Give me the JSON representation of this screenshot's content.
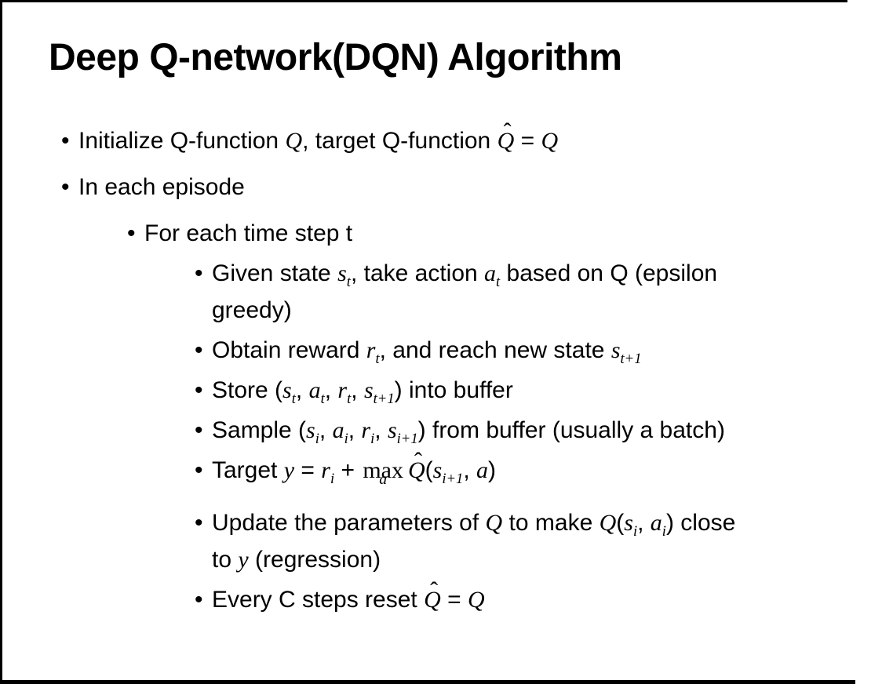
{
  "slide": {
    "title": "Deep Q-network(DQN) Algorithm",
    "bullet_char": "•",
    "hat_char": "ˆ",
    "bullets": [
      {
        "level": 1,
        "segments": [
          {
            "t": "text",
            "v": "Initialize Q-function "
          },
          {
            "t": "var",
            "v": "Q"
          },
          {
            "t": "text",
            "v": ", target Q-function "
          },
          {
            "t": "hat",
            "v": "Q"
          },
          {
            "t": "text",
            "v": " = "
          },
          {
            "t": "var",
            "v": "Q"
          }
        ]
      },
      {
        "level": 1,
        "segments": [
          {
            "t": "text",
            "v": "In each episode"
          }
        ]
      },
      {
        "level": 2,
        "segments": [
          {
            "t": "text",
            "v": "For each time step t"
          }
        ]
      },
      {
        "level": 3,
        "segments": [
          {
            "t": "text",
            "v": "Given state "
          },
          {
            "t": "var",
            "v": "s",
            "sub": "t"
          },
          {
            "t": "text",
            "v": ", take action "
          },
          {
            "t": "var",
            "v": "a",
            "sub": "t"
          },
          {
            "t": "text",
            "v": " based on Q (epsilon"
          },
          {
            "t": "br"
          },
          {
            "t": "text",
            "v": "greedy)"
          }
        ]
      },
      {
        "level": 3,
        "segments": [
          {
            "t": "text",
            "v": "Obtain reward "
          },
          {
            "t": "var",
            "v": "r",
            "sub": "t"
          },
          {
            "t": "text",
            "v": ", and reach new state "
          },
          {
            "t": "var",
            "v": "s",
            "sub": "t+1"
          }
        ]
      },
      {
        "level": 3,
        "segments": [
          {
            "t": "text",
            "v": "Store ("
          },
          {
            "t": "var",
            "v": "s",
            "sub": "t"
          },
          {
            "t": "text",
            "v": ", "
          },
          {
            "t": "var",
            "v": "a",
            "sub": "t"
          },
          {
            "t": "text",
            "v": ", "
          },
          {
            "t": "var",
            "v": "r",
            "sub": "t"
          },
          {
            "t": "text",
            "v": ", "
          },
          {
            "t": "var",
            "v": "s",
            "sub": "t+1"
          },
          {
            "t": "text",
            "v": ") into buffer"
          }
        ]
      },
      {
        "level": 3,
        "segments": [
          {
            "t": "text",
            "v": "Sample ("
          },
          {
            "t": "var",
            "v": "s",
            "sub": "i"
          },
          {
            "t": "text",
            "v": ", "
          },
          {
            "t": "var",
            "v": "a",
            "sub": "i"
          },
          {
            "t": "text",
            "v": ", "
          },
          {
            "t": "var",
            "v": "r",
            "sub": "i"
          },
          {
            "t": "text",
            "v": ", "
          },
          {
            "t": "var",
            "v": "s",
            "sub": "i+1"
          },
          {
            "t": "text",
            "v": ") from buffer (usually a batch)"
          }
        ]
      },
      {
        "level": 3,
        "segments": [
          {
            "t": "text",
            "v": "Target "
          },
          {
            "t": "var",
            "v": "y"
          },
          {
            "t": "text",
            "v": " = "
          },
          {
            "t": "var",
            "v": "r",
            "sub": "i"
          },
          {
            "t": "text",
            "v": " + "
          },
          {
            "t": "underop",
            "op": "max",
            "under": "a"
          },
          {
            "t": "hat",
            "v": "Q"
          },
          {
            "t": "text",
            "v": "("
          },
          {
            "t": "var",
            "v": "s",
            "sub": "i+1"
          },
          {
            "t": "text",
            "v": ", "
          },
          {
            "t": "var",
            "v": "a"
          },
          {
            "t": "text",
            "v": ")"
          }
        ]
      },
      {
        "level": 3,
        "segments": [
          {
            "t": "text",
            "v": "Update the parameters of "
          },
          {
            "t": "var",
            "v": "Q"
          },
          {
            "t": "text",
            "v": " to make "
          },
          {
            "t": "var",
            "v": "Q"
          },
          {
            "t": "text",
            "v": "("
          },
          {
            "t": "var",
            "v": "s",
            "sub": "i"
          },
          {
            "t": "text",
            "v": ", "
          },
          {
            "t": "var",
            "v": "a",
            "sub": "i"
          },
          {
            "t": "text",
            "v": ") close"
          },
          {
            "t": "br"
          },
          {
            "t": "text",
            "v": "to "
          },
          {
            "t": "var",
            "v": "y"
          },
          {
            "t": "text",
            "v": " (regression)"
          }
        ]
      },
      {
        "level": 3,
        "segments": [
          {
            "t": "text",
            "v": "Every C steps reset "
          },
          {
            "t": "hat",
            "v": "Q"
          },
          {
            "t": "text",
            "v": " = "
          },
          {
            "t": "var",
            "v": "Q"
          }
        ]
      }
    ]
  },
  "colors": {
    "text": "#000000",
    "background": "#ffffff",
    "border": "#000000"
  }
}
